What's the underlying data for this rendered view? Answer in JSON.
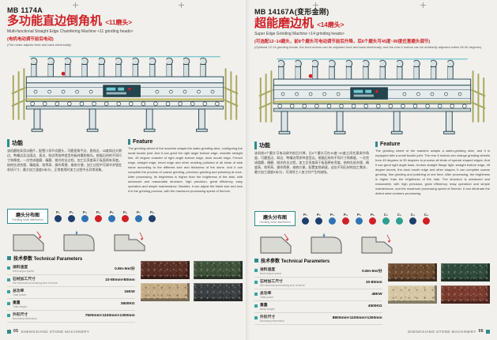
{
  "colors": {
    "accent_red": "#cf1f25",
    "teal": "#2e8b8b",
    "navy": "#1d3f6e",
    "blue": "#2e74b5"
  },
  "left": {
    "model": "MB 1174A",
    "title_cn": "多功能直边倒角机",
    "title_heads": "<11磨头>",
    "title_en": "Multi-functional Straight Edge Chamfering Machine <11 grinding heads>",
    "note_cn": "(电机电动调节前后电动)",
    "note_en": "(The motor adjusts front and back electrically)",
    "function_label": "功能",
    "function_text": "该机磨轮采用水磨片，配置小扣节式磨头，可磨直角平边、直线边、45度斜边大倒边、鸭嘴边及法国边、直边、斜边等各种造型的板材磨削抛光。根据石材的不同尺寸和厚度，一次完成粗磨、精磨、抛光的全过程，加工后亮度高于板面原有亮度。结构先进合理、精度高、效率高、操作简便、维修方便。加工过程中可调节并锁定毛坯尺寸，最大加工速度5米/分，正常使用时加工过程中无异常现象。",
    "feature_label": "Feature",
    "feature_text": "The grinding wheel of the machine adapts the water-grinding slice, configuring the small buckle joint. And it can grind the right angle bottom edge, chamfer straight line, 45 degree chamfer of right angle bottom edge, duck mouth edge, French edge, straight edge, bevel edge and other molding polished of all kinds of slab stone according to the different size and thickness of the stone. And it can complete the process of coarse grinding, precision grinding and polishing at once. After processing, its brightness is higher than the brightness of the slab, with advanced and reasonable structure, high precision, great efficiency, easy operation and simple maintenance. Besides, it can adjust the blank size and lock it in the grinding process, with the maximum processing speed of 5m/min.",
    "dist_cn": "磨头分布图",
    "dist_en": "Grinding head distribution",
    "heads": [
      {
        "label": "P₁",
        "color": "#1d3f6e"
      },
      {
        "label": "P₂",
        "color": "#1d3f6e"
      },
      {
        "label": "P₃",
        "color": "#2e74b5"
      },
      {
        "label": "P₄",
        "color": "#cf1f25"
      },
      {
        "label": "P₅",
        "color": "#2e74b5"
      },
      {
        "label": "P₆",
        "color": "#cf1f25"
      },
      {
        "label": "P₇",
        "color": "#2e74b5"
      },
      {
        "label": "P₈",
        "color": "#1d3f6e"
      }
    ],
    "params_title": "技术参数 Technical Parameters",
    "params": [
      {
        "cn": "进料速度",
        "en": "feed output speed",
        "val": "0.8m-5m/分"
      },
      {
        "cn": "石材加工尺寸",
        "en": "the minimum processing size of stone",
        "val": "10-80mm×80mm"
      },
      {
        "cn": "总功率",
        "en": "Total power",
        "val": "16KW"
      },
      {
        "cn": "重量",
        "en": "Total weight",
        "val": "3600KG"
      },
      {
        "cn": "外形尺寸",
        "en": "Boundary dimension",
        "val": "7500mm×1100mm×1300mm"
      }
    ],
    "stones": [
      "#5a3026",
      "#41523b",
      "#c4ab85",
      "#3c3f41"
    ],
    "footer_num": "05",
    "footer_text": "SHENGXIANG STONE MACHINERY"
  },
  "right": {
    "model": "MB 14167A(变形金刚)",
    "title_cn": "超能磨边机",
    "title_heads": "<14磨头>",
    "title_en": "Super Edge Grinding Machine <14 grinding heads>",
    "note_cn": "(可选配12~14磨头，前8个磨头可电动调节前后升降，后6个磨头可45度~90度任意磨头调节)",
    "note_en": "(Optional 12-14 grinding heads, the front motors can be adjusted front and back electrically, and the rear 6 motors can be arbitrarily adjusted within 45-90 degrees)",
    "function_label": "功能",
    "function_text": "该机前8个磨头可电动调节前后升降，后6个磨头可在45度~90度之间任意调节角度，可磨直边、斜边、鸭嘴边等多种造型边。根据石材的不同尺寸和厚度，一次完成粗磨、精磨、抛光的全过程，加工后亮度高于板面原有亮度。结构先进合理、精度高、效率高、操作简便、维修方便。配置变频调速，适应不同石材的加工需求，最大加工速度5米/分，可消除工人加工时产生的缺陷。",
    "feature_label": "Feature",
    "feature_text": "The grinding wheel of the machine adapts a water-grinding slice, and it is equipped with a small buckle joint. The rear 6 motors can change grinding wheels from 45 degrees to 90 degrees to process all kinds of special shaped edges. And it can grind right angle base, broken straight flange light, straight bottom edge, 45 degree bevels, the duck mouth edge and other shapes. It can complete coarse grinding, fine grinding and polishing at one time. After processing, the brightness is higher than the brightness of the slab. The structure is advanced and reasonable, with high precision, great efficiency, easy operation and simple maintenance, and the maximum processing speed of 5m/min. It can eliminate the defect when workers processing.",
    "dist_cn": "磨头分布图",
    "dist_en": "Grinding head distribution",
    "heads": [
      {
        "label": "P₁",
        "color": "#1d3f6e"
      },
      {
        "label": "P₂",
        "color": "#1d3f6e"
      },
      {
        "label": "P₃",
        "color": "#2e74b5"
      },
      {
        "label": "P₄",
        "color": "#cf1f25"
      },
      {
        "label": "P₅",
        "color": "#2e74b5"
      },
      {
        "label": "P₆",
        "color": "#cf1f25"
      },
      {
        "label": "C₁",
        "color": "#2e9e8f"
      },
      {
        "label": "C₂",
        "color": "#2e9e8f"
      },
      {
        "label": "C₃",
        "color": "#1d3f6e"
      },
      {
        "label": "C₄",
        "color": "#cf1f25"
      }
    ],
    "params_title": "技术参数 Technical Parameters",
    "params": [
      {
        "cn": "进料速度",
        "en": "feed output speed",
        "val": "0.8m-5m/分"
      },
      {
        "cn": "石材加工尺寸",
        "en": "the minimum processing size of stone",
        "val": "10-80mm"
      },
      {
        "cn": "总功率",
        "en": "Total power",
        "val": "48KW"
      },
      {
        "cn": "重量",
        "en": "Body weight",
        "val": "4500KG"
      },
      {
        "cn": "外形尺寸",
        "en": "Boundary dimension",
        "val": "8800mm×1100mm×1300mm"
      }
    ],
    "stones": [
      "#6b4a2f",
      "#2f4a3a",
      "#d6c7a4",
      "#7a3b2e"
    ],
    "footer_num": "06",
    "footer_text": "SHENGXIANG STONE MACHINERY"
  }
}
